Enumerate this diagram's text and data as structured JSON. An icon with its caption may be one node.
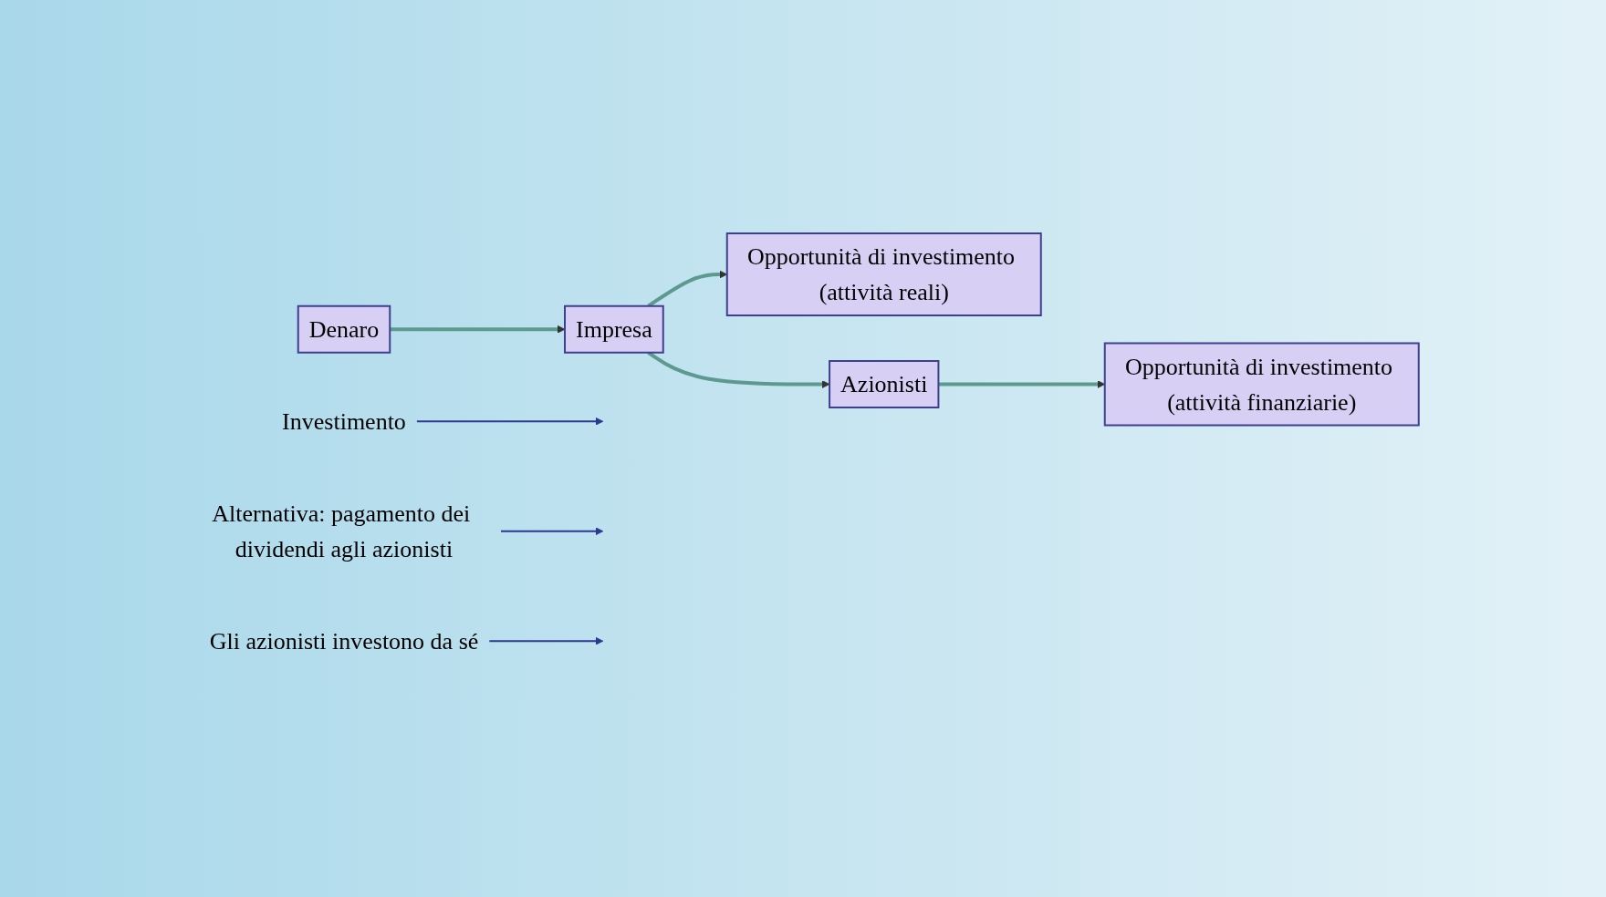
{
  "diagram": {
    "nodes": [
      {
        "text": [
          "Denaro"
        ]
      },
      {
        "text": [
          "Opportunità di investimento (attività reali)"
        ]
      },
      {
        "text": [
          "Impresa"
        ]
      },
      {
        "text": [
          "Azionisti"
        ]
      },
      {
        "text": [
          "Opportunità di investimento (attività finanziarie)"
        ]
      },
      {
        "text": [
          "Investimento"
        ]
      },
      {
        "text": [
          "Alternativa: pagamento dei dividendi agli azionisti"
        ]
      },
      {
        "text": [
          "Gli azionisti investono da sé"
        ]
      }
    ],
    "edges": [
      {
        "from": 0,
        "to": 2,
        "arrow": "to"
      },
      {
        "from": 2,
        "to": 1,
        "arrow": "to"
      },
      {
        "from": 2,
        "to": 3,
        "arrow": "to"
      },
      {
        "from": 3,
        "to": 4,
        "arrow": "to"
      },
      {
        "from": 5,
        "to": null,
        "arrow": "to",
        "color": "#2b3990"
      },
      {
        "from": 6,
        "to": null,
        "arrow": "to",
        "color": "#2b3990"
      },
      {
        "from": 7,
        "to": null,
        "arrow": "to",
        "color": "#2b3990"
      }
    ]
  }
}
